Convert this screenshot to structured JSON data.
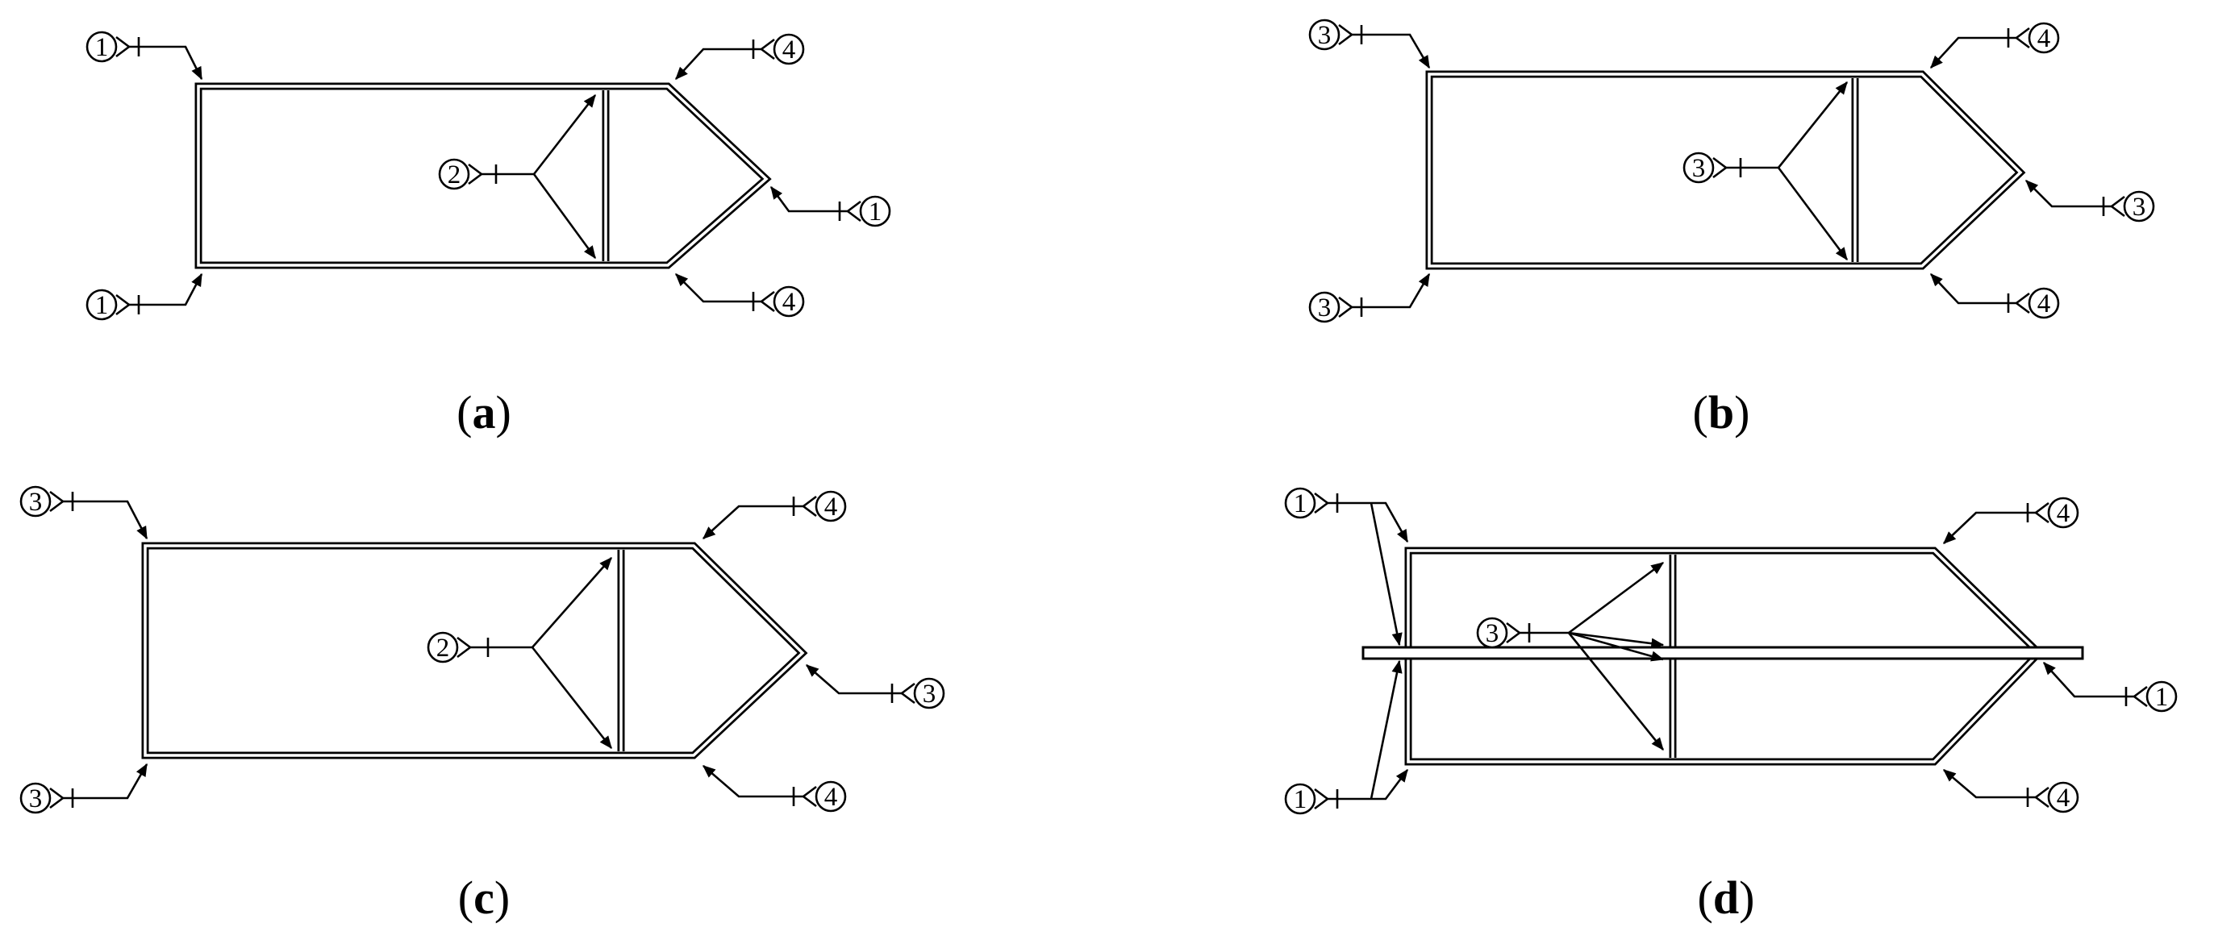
{
  "panels": [
    {
      "id": "a",
      "label": "a",
      "callouts": {
        "top_left": "1",
        "bottom_left": "1",
        "middle": "2",
        "top_right": "4",
        "tip": "1",
        "bottom_right": "4"
      }
    },
    {
      "id": "b",
      "label": "b",
      "callouts": {
        "top_left": "3",
        "bottom_left": "3",
        "middle": "3",
        "top_right": "4",
        "tip": "3",
        "bottom_right": "4"
      }
    },
    {
      "id": "c",
      "label": "c",
      "callouts": {
        "top_left": "3",
        "bottom_left": "3",
        "middle": "2",
        "top_right": "4",
        "tip": "3",
        "bottom_right": "4"
      }
    },
    {
      "id": "d",
      "label": "d",
      "callouts": {
        "top_left": "1",
        "bottom_left": "1",
        "middle": "3",
        "top_right": "4",
        "tip": "1",
        "bottom_right": "4"
      }
    }
  ]
}
